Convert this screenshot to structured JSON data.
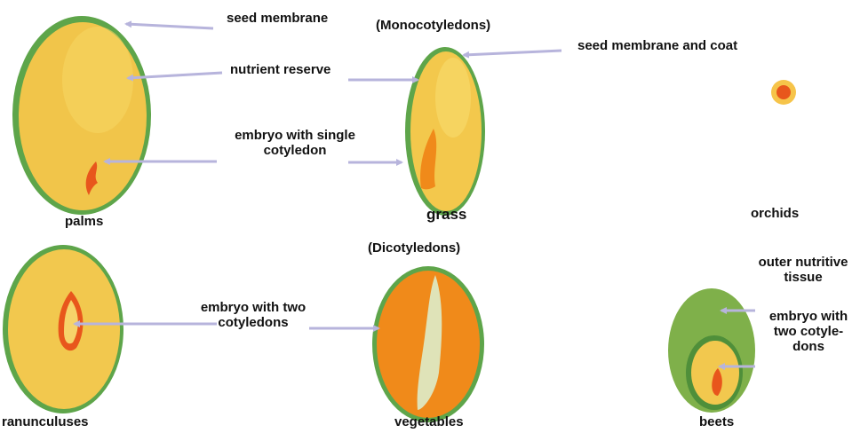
{
  "colors": {
    "seed_coat": "#5ea54a",
    "seed_yellow": "#f3c84c",
    "seed_orange": "#f08a1a",
    "embryo": "#e8561c",
    "beet_green": "#7fb04a",
    "pale_embryo": "#dfe3b8",
    "arrow": "#b7b4dc"
  },
  "groups": {
    "monocots": "(Monocotyledons)",
    "dicots": "(Dicotyledons)"
  },
  "labels": {
    "seed_membrane": "seed membrane",
    "nutrient_reserve": "nutrient reserve",
    "embryo_single_line1": "embryo with single",
    "embryo_single_line2": "cotyledon",
    "seed_membrane_coat": "seed membrane and coat",
    "embryo_two_line1": "embryo with two",
    "embryo_two_line2": "cotyledons",
    "outer_nutritive_line1": "outer nutritive",
    "outer_nutritive_line2": "tissue",
    "beet_embryo_line1": "embryo with",
    "beet_embryo_line2": "two cotyle-",
    "beet_embryo_line3": "dons"
  },
  "plants": {
    "palms": "palms",
    "grass": "grass",
    "orchids": "orchids",
    "ranunculuses": "ranunculuses",
    "vegetables": "vegetables",
    "beets": "beets"
  }
}
